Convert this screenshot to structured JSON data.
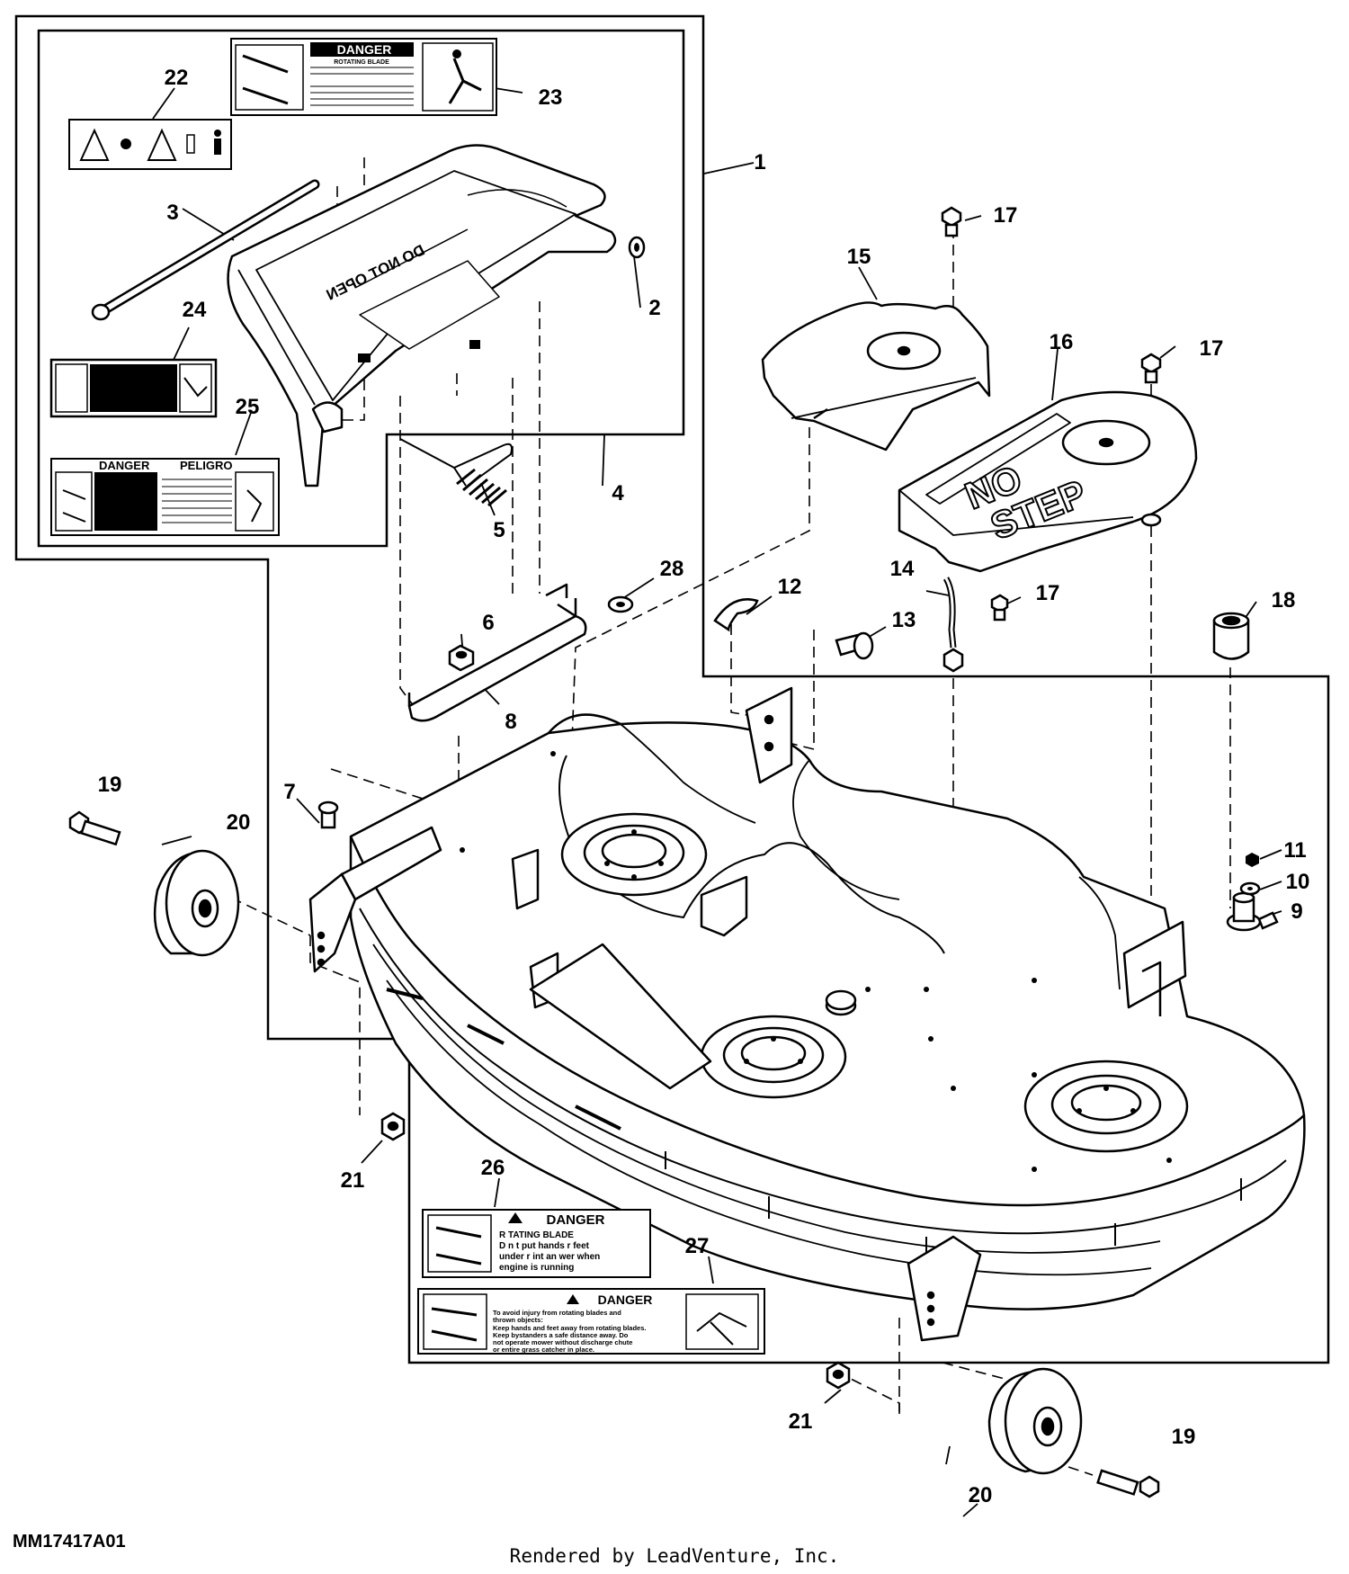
{
  "diagram_id": "MM17417A01",
  "credit": "Rendered by LeadVenture, Inc.",
  "callouts": {
    "c1": "1",
    "c2": "2",
    "c3": "3",
    "c4": "4",
    "c5": "5",
    "c6": "6",
    "c7": "7",
    "c8": "8",
    "c9": "9",
    "c10": "10",
    "c11": "11",
    "c12": "12",
    "c13": "13",
    "c14": "14",
    "c15": "15",
    "c16": "16",
    "c17a": "17",
    "c17b": "17",
    "c17c": "17",
    "c18": "18",
    "c19a": "19",
    "c19b": "19",
    "c20a": "20",
    "c20b": "20",
    "c21a": "21",
    "c21b": "21",
    "c22": "22",
    "c23": "23",
    "c24": "24",
    "c25": "25",
    "c26": "26",
    "c27": "27",
    "c28": "28"
  },
  "labels": {
    "danger": "DANGER",
    "danger_peligro_left": "DANGER",
    "danger_peligro_right": "PELIGRO",
    "no_step_1": "NO",
    "no_step_2": "STEP",
    "chute_text": "DO NOT OPEN",
    "label23_line1": "ROTATING BLADE",
    "label26_line1": "R TATING BLADE",
    "label26_line2": "D n t put hands r feet",
    "label26_line3": "under r int an wer when",
    "label26_line4": "engine is running",
    "label27_line1": "To avoid injury from rotating blades and",
    "label27_line2": "thrown objects:",
    "label27_line3": "Keep hands and feet away from rotating blades.",
    "label27_line4": "Keep bystanders a safe distance away. Do",
    "label27_line5": "not operate mower without discharge chute",
    "label27_line6": "or entire grass catcher in place."
  }
}
